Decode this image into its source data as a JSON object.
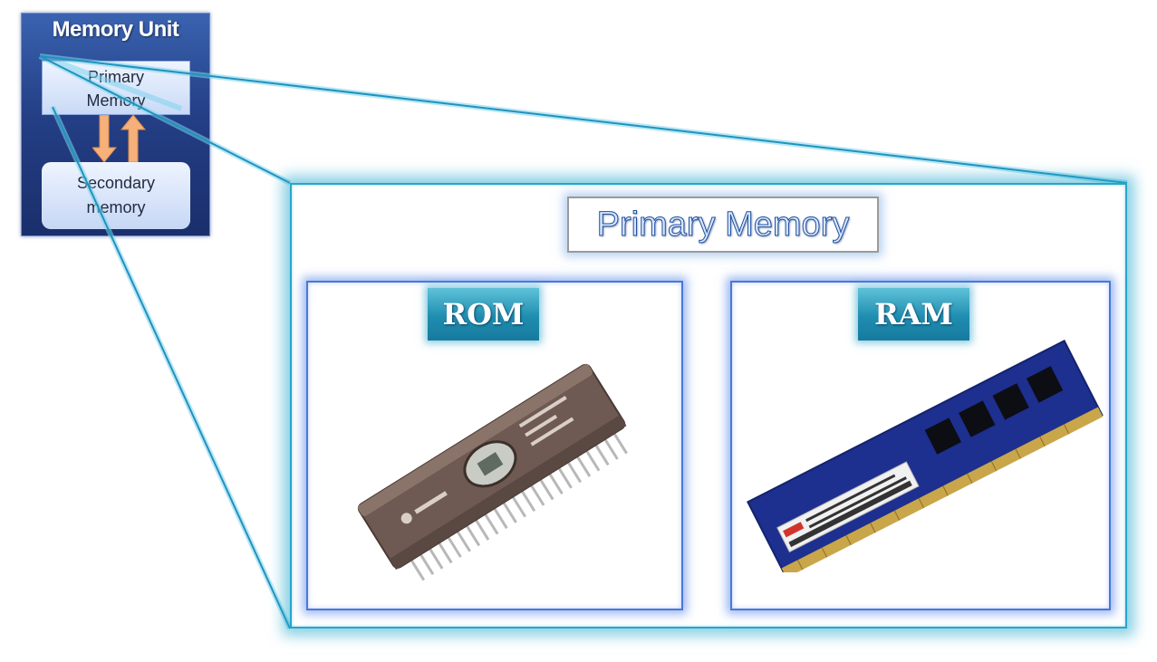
{
  "memory_unit": {
    "title": "Memory Unit",
    "primary_line1": "Primary",
    "primary_line2": "Memory",
    "secondary_line1": "Secondary",
    "secondary_line2": "memory"
  },
  "zoom_panel": {
    "title": "Primary Memory",
    "rom_label": "ROM",
    "ram_label": "RAM"
  },
  "colors": {
    "frame_accent": "#29a5c9",
    "box_accent": "#4a78d8",
    "arrow_fill": "#f6b07a"
  }
}
